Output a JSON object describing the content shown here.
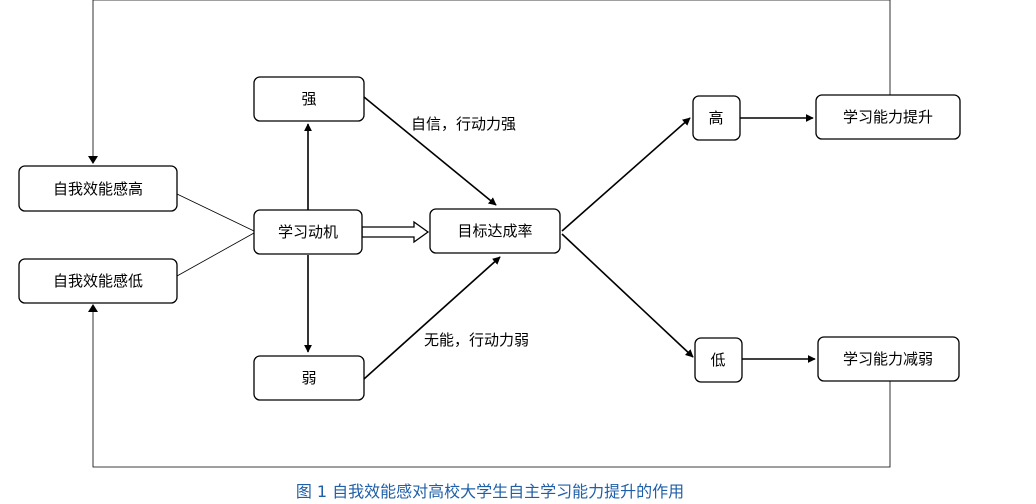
{
  "nodes": {
    "self_efficacy_high": "自我效能感高",
    "self_efficacy_low": "自我效能感低",
    "strong": "强",
    "weak": "弱",
    "motivation": "学习动机",
    "goal_rate": "目标达成率",
    "high": "高",
    "low": "低",
    "ability_up": "学习能力提升",
    "ability_down": "学习能力减弱"
  },
  "edge_labels": {
    "strong_to_goal": "自信，行动力强",
    "weak_to_goal": "无能，行动力弱"
  },
  "caption": "图 1 自我效能感对高校大学生自主学习能力提升的作用",
  "colors": {
    "caption": "#1f5fa8",
    "stroke": "#000000"
  }
}
